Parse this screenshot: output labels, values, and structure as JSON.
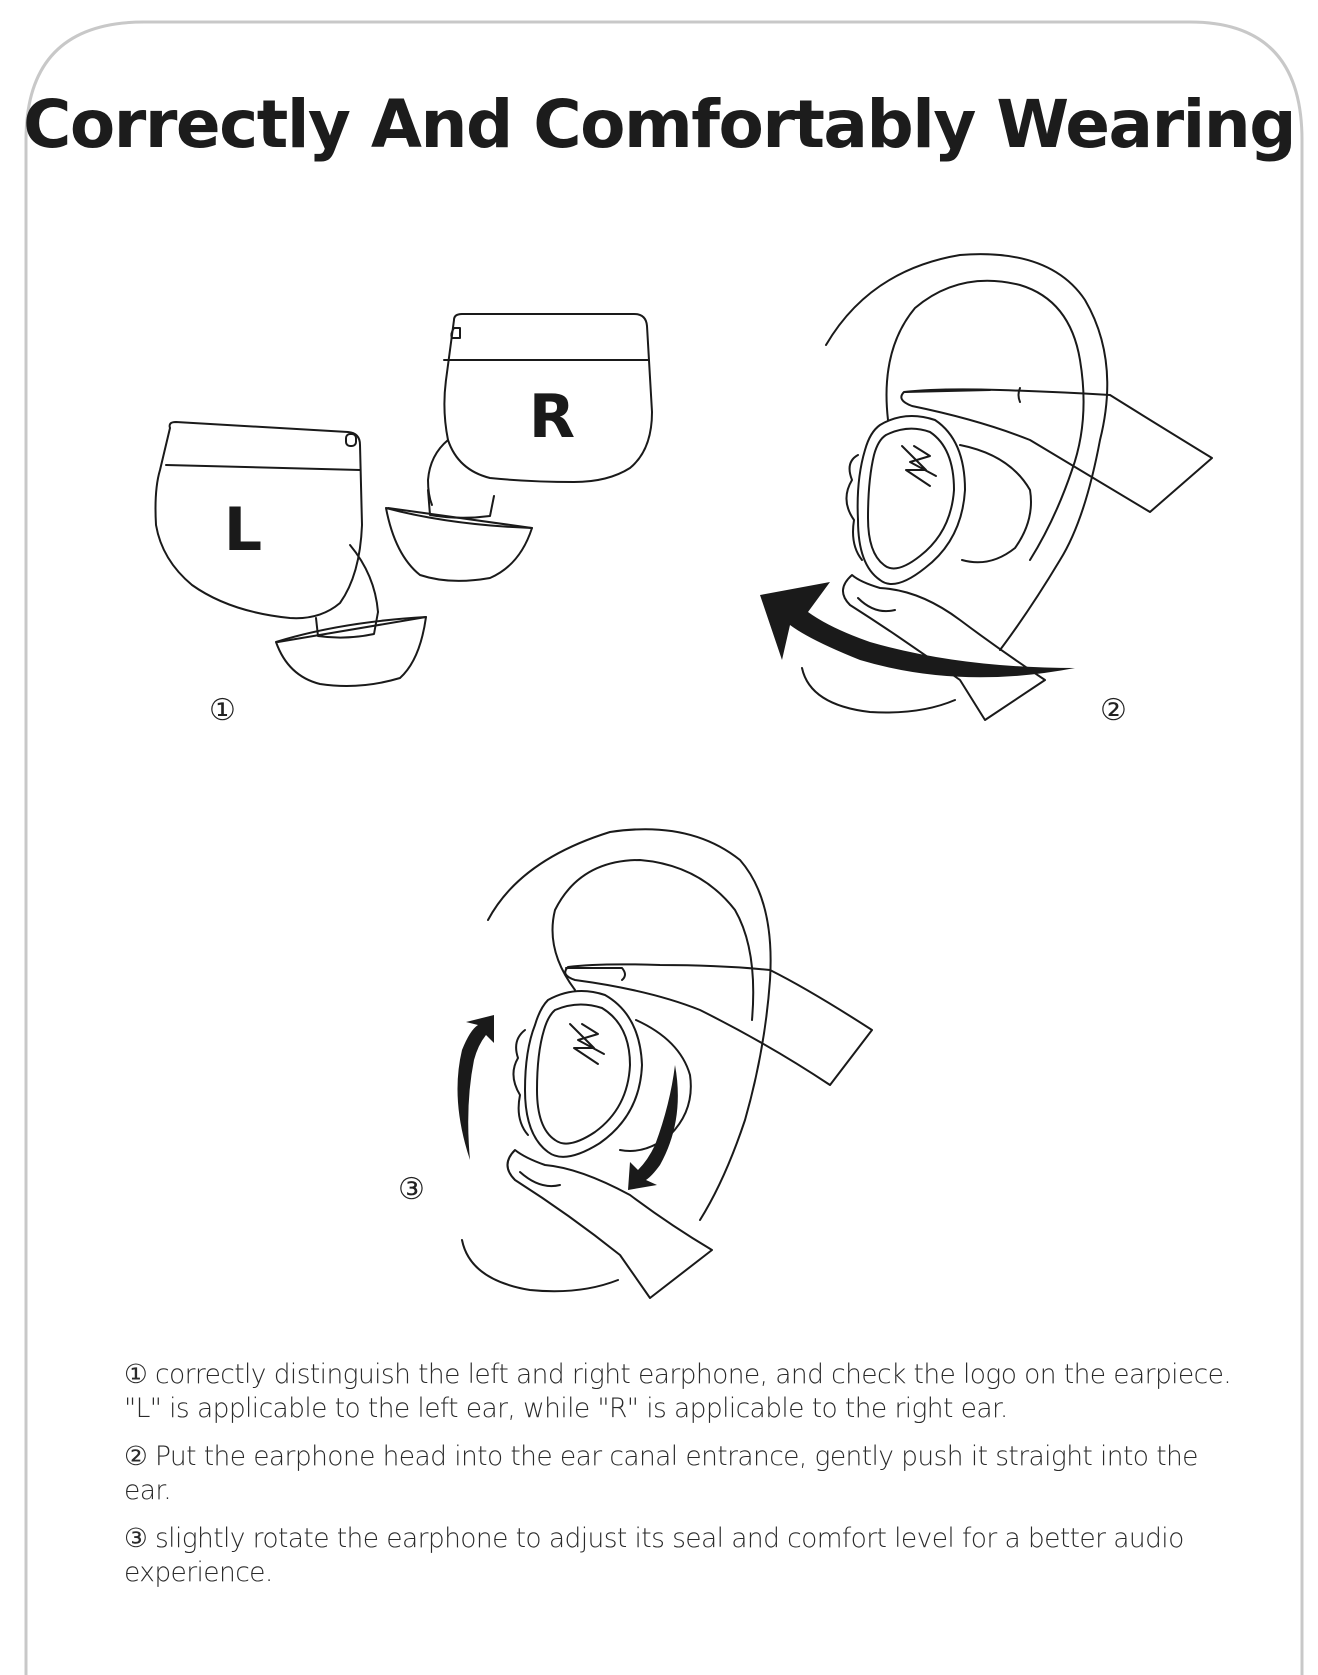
{
  "title": "Correctly And Comfortably Wearing",
  "labels": {
    "left": "L",
    "right": "R"
  },
  "step_markers": {
    "one": "①",
    "two": "②",
    "three": "③"
  },
  "instructions": [
    {
      "id": "step1",
      "lines": [
        "① correctly distinguish the left and right earphone, and check the logo on the earpiece.",
        "\"L\" is applicable to the left ear, while \"R\" is applicable to the right ear."
      ]
    },
    {
      "id": "step2",
      "lines": [
        "② Put the earphone head into the ear canal entrance, gently push it straight into the ear."
      ]
    },
    {
      "id": "step3",
      "lines": [
        "③ slightly rotate the earphone to adjust its seal and comfort level for a better audio",
        "experience."
      ]
    }
  ],
  "colors": {
    "line": "#1a1a1a",
    "frame": "#c8c8c8",
    "background": "#ffffff"
  }
}
